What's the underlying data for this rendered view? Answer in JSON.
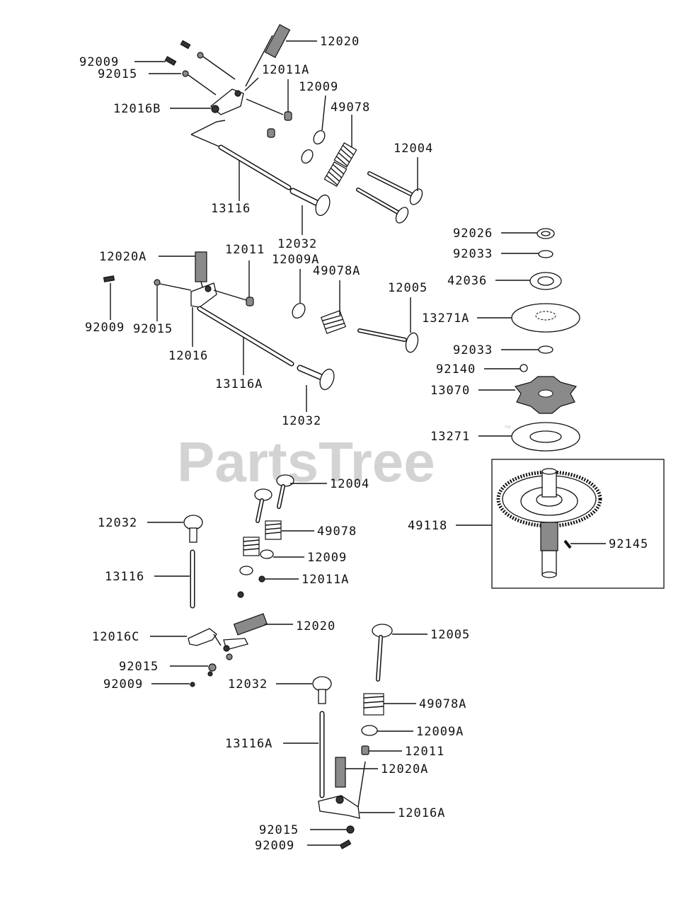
{
  "watermark": {
    "text": "PartsTree",
    "trademark": "™"
  },
  "labels": {
    "p12020_a": "12020",
    "p92009_a": "92009",
    "p92015_a": "92015",
    "p12011A_a": "12011A",
    "p12009_a": "12009",
    "p12016B": "12016B",
    "p49078_a": "49078",
    "p12004_a": "12004",
    "p13116_a": "13116",
    "p12032_a": "12032",
    "p12020A_a": "12020A",
    "p12011_a": "12011",
    "p12009A_a": "12009A",
    "p49078A_a": "49078A",
    "p12005_a": "12005",
    "p92009_b": "92009",
    "p92015_b": "92015",
    "p12016": "12016",
    "p13116A_a": "13116A",
    "p12032_b": "12032",
    "p92026": "92026",
    "p92033_a": "92033",
    "p42036": "42036",
    "p13271A": "13271A",
    "p92033_b": "92033",
    "p92140": "92140",
    "p13070": "13070",
    "p13271": "13271",
    "p49118": "49118",
    "p92145": "92145",
    "p12004_b": "12004",
    "p12032_c": "12032",
    "p49078_b": "49078",
    "p12009_b": "12009",
    "p13116_b": "13116",
    "p12011A_b": "12011A",
    "p12020_b": "12020",
    "p12016C": "12016C",
    "p92015_c": "92015",
    "p92009_c": "92009",
    "p12005_b": "12005",
    "p12032_d": "12032",
    "p49078A_b": "49078A",
    "p12009A_b": "12009A",
    "p13116A_b": "13116A",
    "p12011_b": "12011",
    "p12020A_b": "12020A",
    "p12016A": "12016A",
    "p92015_d": "92015",
    "p92009_d": "92009"
  }
}
